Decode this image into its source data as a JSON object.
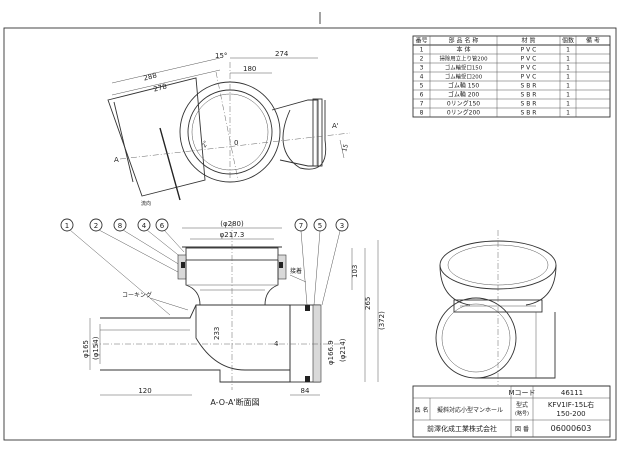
{
  "parts_table": {
    "headers": {
      "no": "番号",
      "name": "部 品 名 称",
      "material": "材  質",
      "qty": "個数",
      "remark": "備  考"
    },
    "rows": [
      {
        "no": "1",
        "name": "本    体",
        "material": "P V C",
        "qty": "1"
      },
      {
        "no": "2",
        "name": "掃除用立上り管200",
        "material": "P V C",
        "qty": "1"
      },
      {
        "no": "3",
        "name": "ゴム輪受口150",
        "material": "P V C",
        "qty": "1"
      },
      {
        "no": "4",
        "name": "ゴム輪受口200",
        "material": "P V C",
        "qty": "1"
      },
      {
        "no": "5",
        "name": "ゴム輪 150",
        "material": "S B R",
        "qty": "1"
      },
      {
        "no": "6",
        "name": "ゴム輪 200",
        "material": "S B R",
        "qty": "1"
      },
      {
        "no": "7",
        "name": "0リング150",
        "material": "S B R",
        "qty": "1"
      },
      {
        "no": "8",
        "name": "0リング200",
        "material": "S B R",
        "qty": "1"
      }
    ]
  },
  "title_block": {
    "m_code_label": "Mコード",
    "m_code_value": "46111",
    "product_label": "品 名",
    "product_name": "擬斜対応小型マンホール",
    "model_label": "型式",
    "model_sub": "(略号)",
    "model_line1": "KFV1IF-15L右",
    "model_line2": "150-200",
    "drawing_label": "図 番",
    "drawing_number": "06000603",
    "company": "前澤化成工業株式会社"
  },
  "top_view": {
    "dim_15deg": "15°",
    "dim_274": "274",
    "dim_288": "288",
    "dim_278": "278",
    "dim_180": "180",
    "dim_0": "0",
    "dim_2deg": "2°",
    "dim_15": "15",
    "label_A": "A",
    "label_A_prime": "A'",
    "label_O": "O",
    "label_flow": "流向"
  },
  "section_view": {
    "balloons": [
      "1",
      "2",
      "8",
      "4",
      "6",
      "7",
      "5",
      "3"
    ],
    "dim_280": "(φ280)",
    "dim_2173": "φ217.3",
    "dim_103": "103",
    "dim_265": "265",
    "dim_372": "(372)",
    "dim_233": "233",
    "dim_165": "φ165",
    "dim_154": "(φ154)",
    "dim_1669": "φ166.9",
    "dim_214": "(φ214)",
    "dim_120": "120",
    "dim_84": "84",
    "dim_4": "4",
    "label_caulking": "コーキング",
    "label_adhesive": "接着",
    "caption": "A-O-A'断面図"
  }
}
